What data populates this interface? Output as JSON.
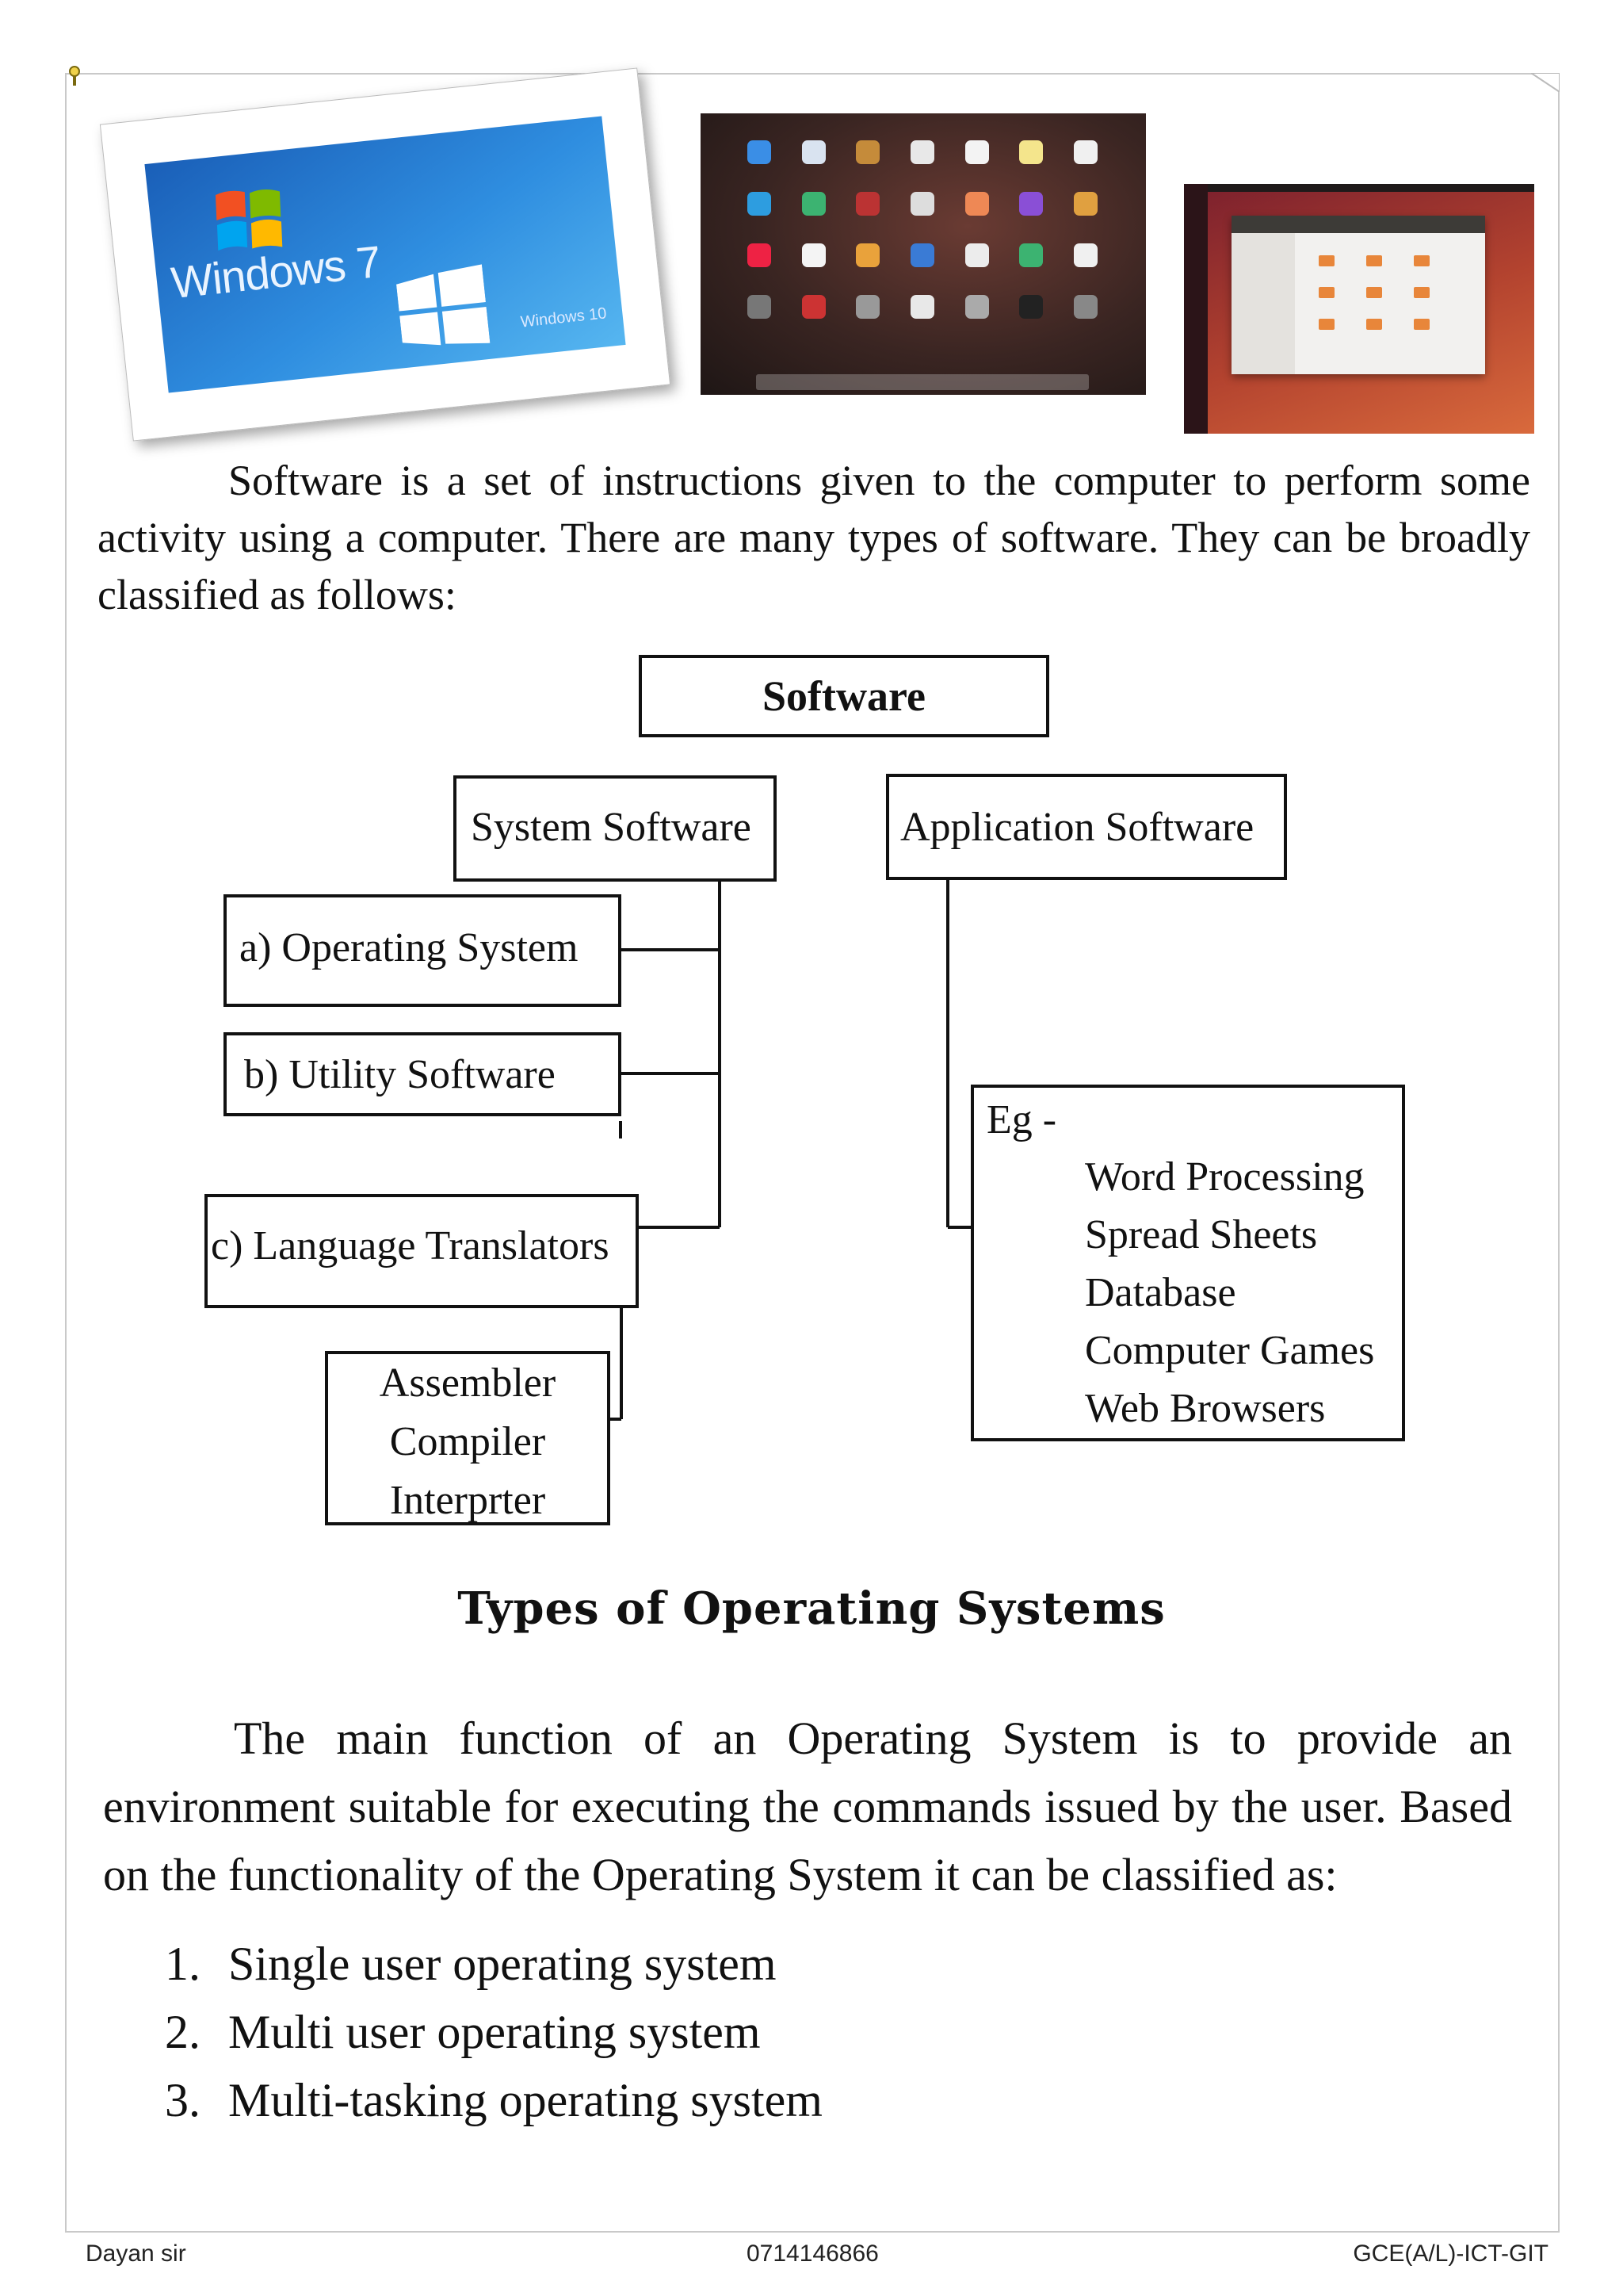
{
  "photos": {
    "windows_card": {
      "logo_text": "Windows 7",
      "badge_text": "Windows 10"
    }
  },
  "intro_paragraph": "Software is a set of instructions given to the computer to perform some activity using a computer. There are many types of software. They can be broadly classified as follows:",
  "diagram": {
    "root": "Software",
    "system_software": "System Software",
    "application_software": "Application Software",
    "system_items": [
      "a) Operating System",
      "b) Utility Software",
      "c) Language Translators"
    ],
    "translators": [
      "Assembler",
      "Compiler",
      "Interprter"
    ],
    "examples_label": "Eg -",
    "examples": [
      "Word Processing",
      "Spread Sheets",
      "Database",
      "Computer Games",
      "Web Browsers"
    ]
  },
  "section_heading": "Types of Operating Systems",
  "main_paragraph": "The main function of an Operating System is to provide an environment suitable for executing the commands issued by the user.  Based on the functionality of the Operating System it can be classified as:",
  "os_types": [
    {
      "num": "1.",
      "text": "Single user operating system"
    },
    {
      "num": "2.",
      "text": "Multi user operating system"
    },
    {
      "num": "3.",
      "text": "Multi-tasking operating system"
    }
  ],
  "footer": {
    "left": "Dayan sir",
    "center": "0714146866",
    "right": "GCE(A/L)-ICT-GIT"
  },
  "colors": {
    "border": "#c9c9c9",
    "text": "#111111"
  }
}
